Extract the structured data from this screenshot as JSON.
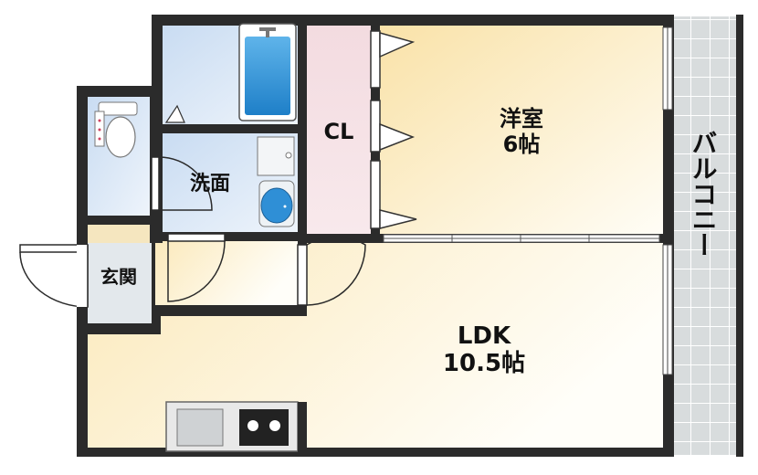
{
  "rooms": {
    "western_room": {
      "name": "洋室",
      "size": "6帖"
    },
    "ldk": {
      "name": "LDK",
      "size": "10.5帖"
    },
    "closet": {
      "name": "CL"
    },
    "washroom": {
      "name": "洗面"
    },
    "entrance": {
      "name": "玄関"
    },
    "balcony": {
      "name": "バルコニー"
    }
  },
  "colors": {
    "wall": "#2b2b2b",
    "room_floor_light": "#fefcf3",
    "room_floor_warm": "#fbe7b6",
    "wet_area": "#dbe8f6",
    "closet": "#f6dbe0",
    "balcony": "#d9dcdd",
    "fixture_blue": "#2f8fd6"
  }
}
